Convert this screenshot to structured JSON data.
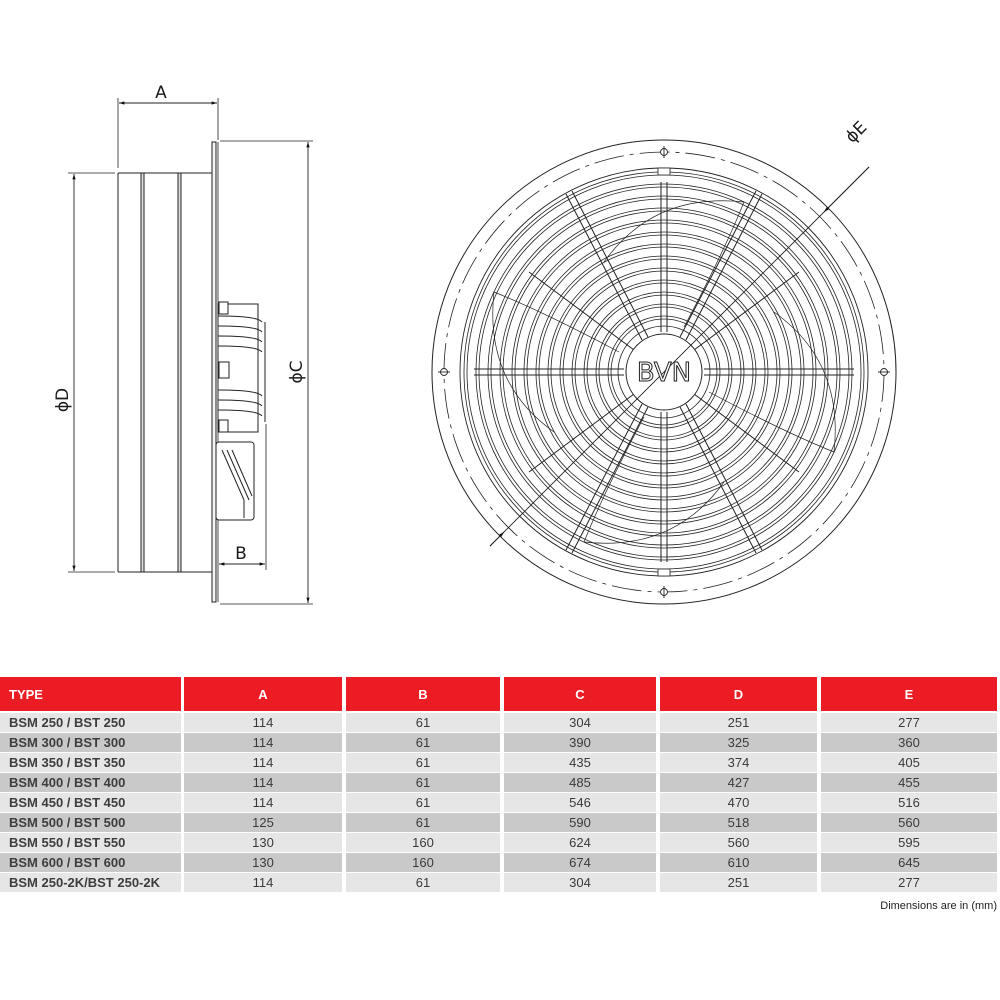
{
  "drawing": {
    "side_view": {
      "dimensions": {
        "A": "A",
        "B": "B",
        "C": "ϕC",
        "D": "ϕD"
      }
    },
    "front_view": {
      "dimensions": {
        "E": "ϕE"
      },
      "hub_logo": "BVN"
    }
  },
  "table": {
    "headers": [
      "TYPE",
      "A",
      "B",
      "C",
      "D",
      "E"
    ],
    "header_color": "#ec1c24",
    "rows": [
      [
        "BSM 250 / BST 250",
        "114",
        "61",
        "304",
        "251",
        "277"
      ],
      [
        "BSM 300 / BST 300",
        "114",
        "61",
        "390",
        "325",
        "360"
      ],
      [
        "BSM 350 / BST 350",
        "114",
        "61",
        "435",
        "374",
        "405"
      ],
      [
        "BSM 400 / BST 400",
        "114",
        "61",
        "485",
        "427",
        "455"
      ],
      [
        "BSM 450 / BST 450",
        "114",
        "61",
        "546",
        "470",
        "516"
      ],
      [
        "BSM 500 / BST 500",
        "125",
        "61",
        "590",
        "518",
        "560"
      ],
      [
        "BSM 550 / BST 550",
        "130",
        "160",
        "624",
        "560",
        "595"
      ],
      [
        "BSM 600 / BST 600",
        "130",
        "160",
        "674",
        "610",
        "645"
      ],
      [
        "BSM 250-2K/BST 250-2K",
        "114",
        "61",
        "304",
        "251",
        "277"
      ]
    ]
  },
  "footnote": "Dimensions are in (mm)"
}
